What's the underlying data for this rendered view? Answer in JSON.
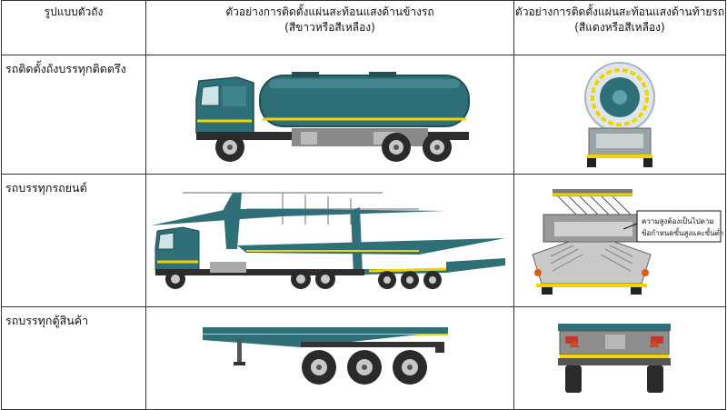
{
  "table": {
    "headers": [
      {
        "line1": "รูปแบบตัวถัง",
        "line2": ""
      },
      {
        "line1": "ตัวอย่างการติดตั้งแผ่นสะท้อนแสงด้านข้างรถ",
        "line2": "(สีขาวหรือสีเหลือง)"
      },
      {
        "line1": "ตัวอย่างการติดตั้งแผ่นสะท้อนแสงด้านท้ายรถ",
        "line2": "(สีแดงหรือสีเหลือง)"
      }
    ],
    "rows": [
      {
        "label": "รถติดตั้งถังบรรทุกติดตรึง",
        "side_image": "tanker-truck-side",
        "rear_image": "tanker-truck-rear"
      },
      {
        "label": "รถบรรทุกรถยนต์",
        "side_image": "car-carrier-side",
        "rear_image": "car-carrier-rear",
        "rear_note": {
          "line1": "ความสูงต้องเป็นไปตาม",
          "line2": "ข้อกำหนดขั้นสูงและขั้นต่ำ"
        }
      },
      {
        "label": "รถบรรทุกตู้สินค้า",
        "side_image": "flatbed-trailer-side",
        "rear_image": "flatbed-trailer-rear"
      }
    ]
  },
  "colors": {
    "body_teal": "#2f6f78",
    "body_dark": "#1f4f57",
    "reflective_yellow": "#f2d200",
    "grid_line": "#333333"
  }
}
